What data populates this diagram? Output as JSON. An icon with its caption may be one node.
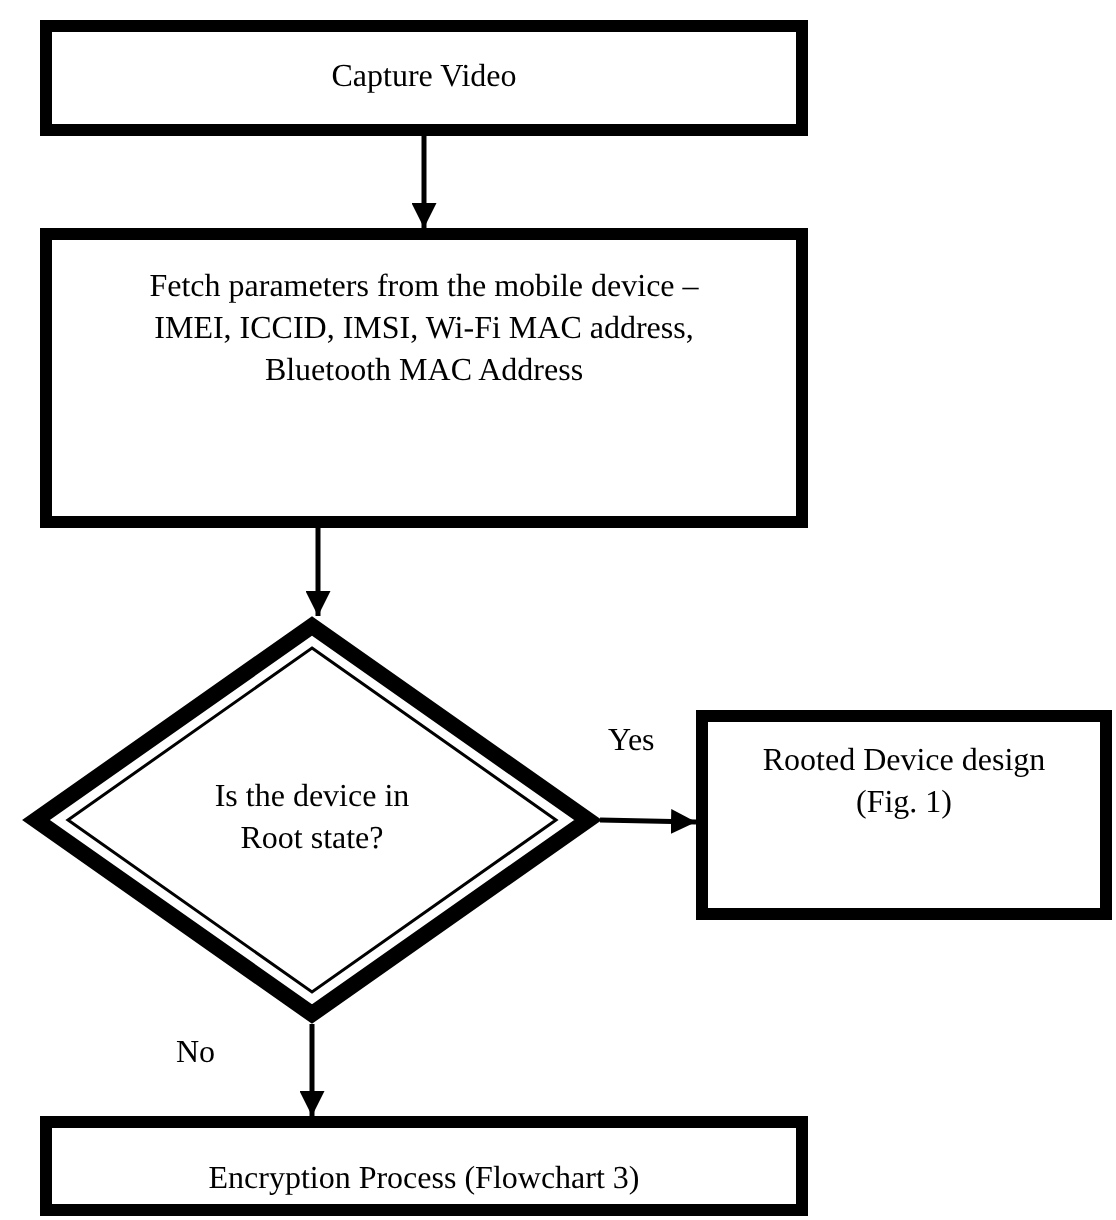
{
  "diagram": {
    "nodes": [
      {
        "text": [
          "Capture Video"
        ]
      },
      {
        "text": [
          "Fetch parameters from the mobile device – IMEI, ICCID, IMSI, Wi-Fi MAC address, Bluetooth MAC Address"
        ]
      },
      {
        "text": [
          "Is the device in Root state?"
        ]
      },
      {
        "text": [
          "Rooted Device design (Fig. 1)"
        ]
      },
      {
        "text": [
          "Encryption Process (Flowchart 3)"
        ]
      }
    ],
    "edges": [
      {
        "from": 0,
        "to": 1,
        "arrow": "to"
      },
      {
        "from": 1,
        "to": 2,
        "arrow": "to"
      },
      {
        "from": 2,
        "to": 3,
        "arrow": "to",
        "label": "Yes"
      },
      {
        "from": 2,
        "to": 4,
        "arrow": "to",
        "label": "No"
      }
    ]
  }
}
